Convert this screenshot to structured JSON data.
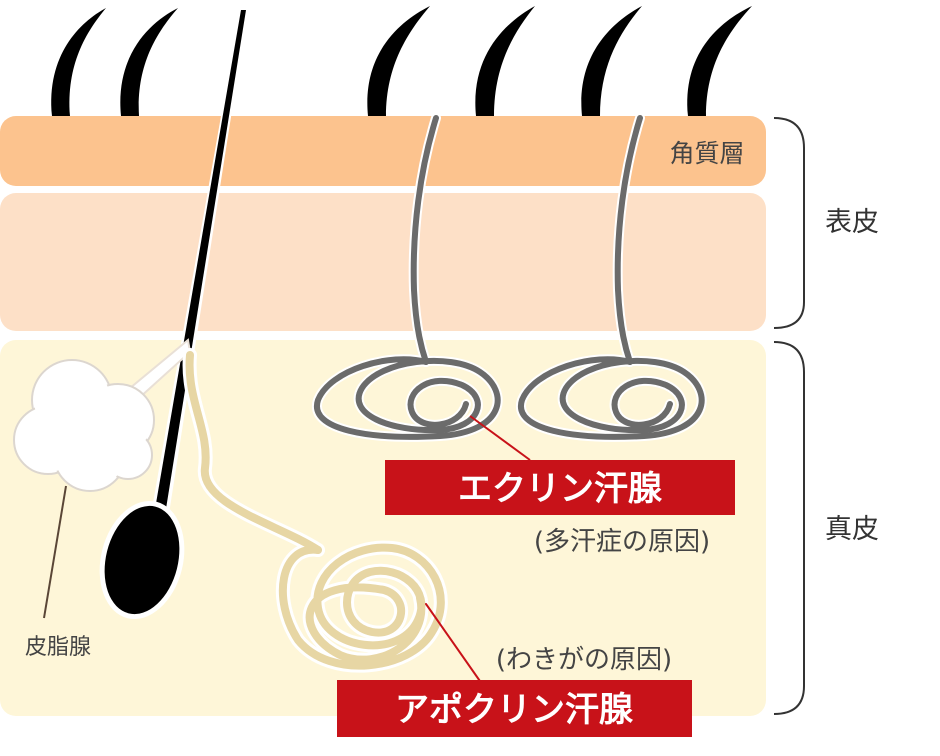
{
  "labels": {
    "stratum_corneum": "角質層",
    "epidermis": "表皮",
    "dermis": "真皮",
    "sebaceous_gland": "皮脂腺",
    "eccrine_gland": "エクリン汗腺",
    "eccrine_note": "(多汗症の原因)",
    "apocrine_gland": "アポクリン汗腺",
    "apocrine_note": "(わきがの原因)"
  },
  "colors": {
    "stratum_corneum": "#fcc38e",
    "epidermis": "#fde0c7",
    "dermis": "#fef6d8",
    "hair": "#000000",
    "eccrine": "#6b6b6b",
    "apocrine": "#e7d6a4",
    "label_box": "#c81219",
    "label_text": "#ffffff",
    "bracket": "#333333",
    "text": "#444444",
    "leader_red": "#c81219",
    "leader_brown": "#5a4636"
  }
}
